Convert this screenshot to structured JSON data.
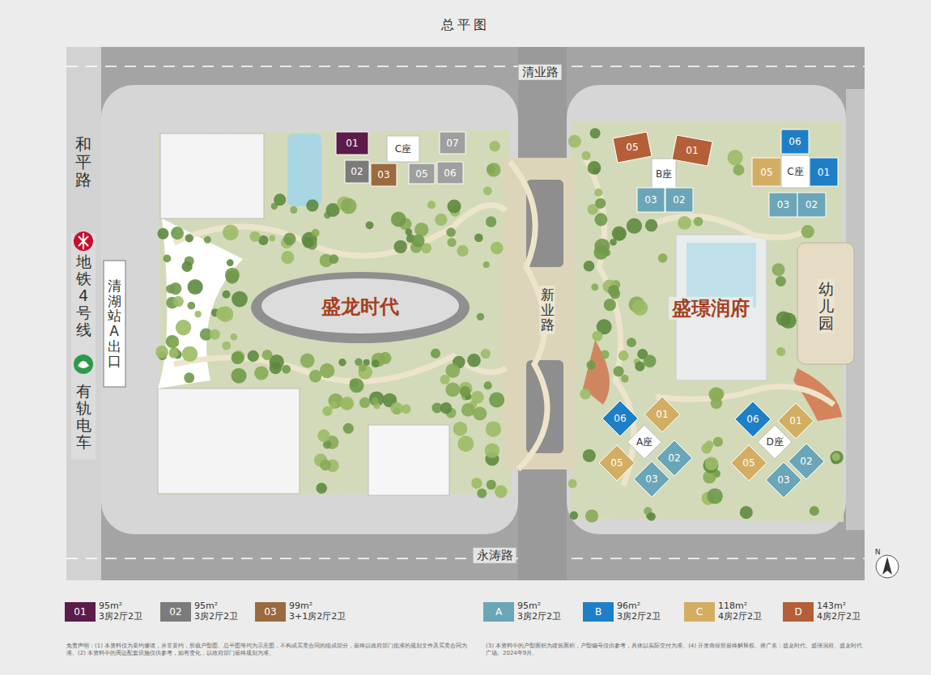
{
  "diagram": {
    "title": "总平图",
    "nodes": [
      {
        "text": [
          "01"
        ]
      },
      {
        "text": [
          "C座"
        ]
      },
      {
        "text": [
          "07"
        ]
      },
      {
        "text": [
          "02"
        ]
      },
      {
        "text": [
          "03"
        ]
      },
      {
        "text": [
          "05"
        ]
      },
      {
        "text": [
          "06"
        ]
      },
      {
        "text": [
          "05"
        ]
      },
      {
        "text": [
          "B座"
        ]
      },
      {
        "text": [
          "01"
        ]
      },
      {
        "text": [
          "03"
        ]
      },
      {
        "text": [
          "02"
        ]
      },
      {
        "text": [
          "06"
        ]
      },
      {
        "text": [
          "05"
        ]
      },
      {
        "text": [
          "C座"
        ]
      },
      {
        "text": [
          "01"
        ]
      },
      {
        "text": [
          "03"
        ]
      },
      {
        "text": [
          "02"
        ]
      },
      {
        "text": [
          "06"
        ]
      },
      {
        "text": [
          "01"
        ]
      },
      {
        "text": [
          "A座"
        ]
      },
      {
        "text": [
          "05"
        ]
      },
      {
        "text": [
          "02"
        ]
      },
      {
        "text": [
          "03"
        ]
      },
      {
        "text": [
          "06"
        ]
      },
      {
        "text": [
          "01"
        ]
      },
      {
        "text": [
          "D座"
        ]
      },
      {
        "text": [
          "05"
        ]
      },
      {
        "text": [
          "02"
        ]
      },
      {
        "text": [
          "03"
        ]
      }
    ],
    "labels": [
      "清业路",
      "和平路",
      "地铁4号线",
      "清湖站A出口",
      "有轨电车",
      "盛龙时代",
      "新业路",
      "盛璟润府",
      "幼儿园",
      "永涛路",
      "N",
      "01",
      "02",
      "03",
      "A",
      "B",
      "C",
      "D",
      "免责声明：(1) 本资料仅为要约邀请，并非要约，所载户型图、总平图等均为示意图，不构成买卖合同的组成部分，最终以政府部门批准的规划文件及买卖合同为准。(2) 本资料中的周边配套设施仅供参考，如有变化，以政府部门最终规划为准。",
      "(3) 本资料中的户型面积为建筑面积，户型编号仅供参考，具体以实际交付为准。(4) 开发商保留最终解释权。推广名：盛龙时代、盛璟润府、盛龙时代广场。2024年9月。"
    ],
    "legend": [
      {
        "text": "95m² 3房2厅2卫",
        "color": "#5b1c4a"
      },
      {
        "text": "95m² 3房2厅2卫",
        "color": "#7b7b7b"
      },
      {
        "text": "99m² 3+1房2厅2卫",
        "color": "#9c6a40"
      },
      {
        "text": "95m² 3房2厅2卫",
        "color": "#6aa6b8"
      },
      {
        "text": "96m² 3房2厅2卫",
        "color": "#1f7fc6"
      },
      {
        "text": "118m² 4房2厅2卫",
        "color": "#d3ae62"
      },
      {
        "text": "143m² 4房2厅2卫",
        "color": "#b45f37"
      }
    ]
  }
}
